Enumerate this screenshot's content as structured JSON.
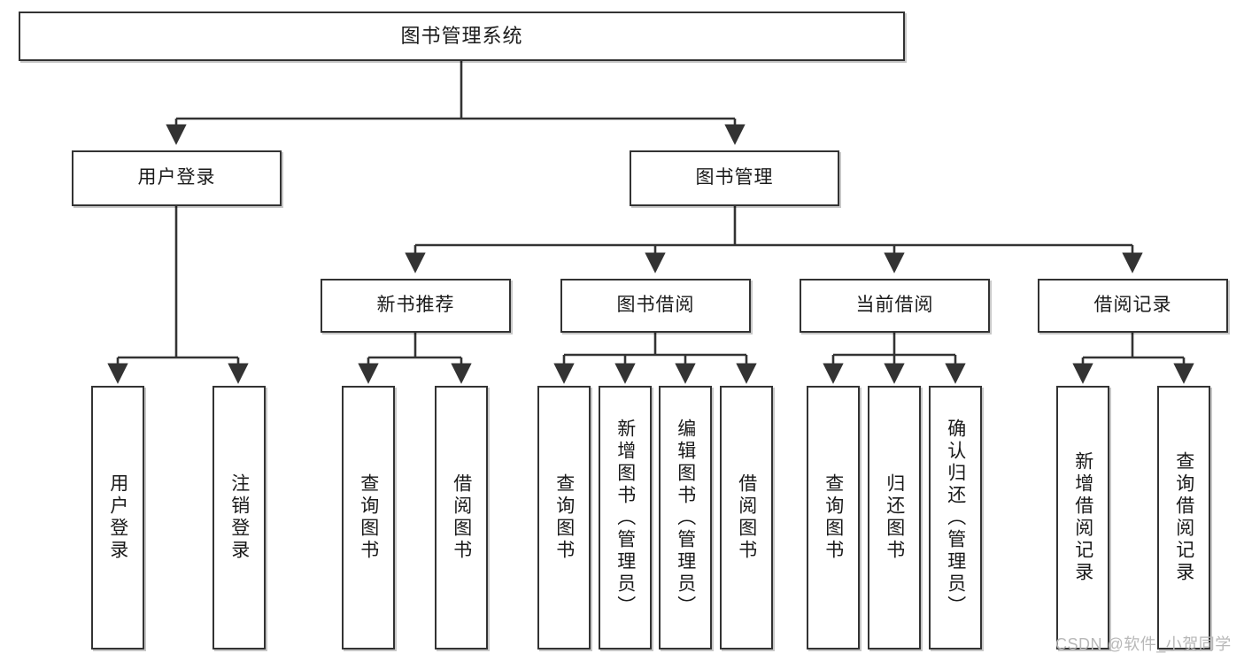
{
  "diagram": {
    "title": "图书管理系统",
    "type": "tree-hierarchy",
    "nodes": {
      "root": {
        "label": "图书管理系统"
      },
      "level2": [
        {
          "id": "user-login",
          "label": "用户登录"
        },
        {
          "id": "book-manage",
          "label": "图书管理"
        }
      ],
      "level3": [
        {
          "id": "new-book-recommend",
          "label": "新书推荐"
        },
        {
          "id": "book-borrow",
          "label": "图书借阅"
        },
        {
          "id": "current-borrow",
          "label": "当前借阅"
        },
        {
          "id": "borrow-record",
          "label": "借阅记录"
        }
      ],
      "leaves": [
        {
          "id": "leaf-user-login",
          "label": "用户登录",
          "parent": "user-login"
        },
        {
          "id": "leaf-logout-login",
          "label": "注销登录",
          "parent": "user-login"
        },
        {
          "id": "leaf-query-book-1",
          "label": "查询图书",
          "parent": "new-book-recommend"
        },
        {
          "id": "leaf-borrow-book-1",
          "label": "借阅图书",
          "parent": "new-book-recommend"
        },
        {
          "id": "leaf-query-book-2",
          "label": "查询图书",
          "parent": "book-borrow"
        },
        {
          "id": "leaf-add-book",
          "label": "新增图书（管理员）",
          "parent": "book-borrow"
        },
        {
          "id": "leaf-edit-book",
          "label": "编辑图书（管理员）",
          "parent": "book-borrow"
        },
        {
          "id": "leaf-borrow-book-2",
          "label": "借阅图书",
          "parent": "book-borrow"
        },
        {
          "id": "leaf-query-book-3",
          "label": "查询图书",
          "parent": "current-borrow"
        },
        {
          "id": "leaf-return-book",
          "label": "归还图书",
          "parent": "current-borrow"
        },
        {
          "id": "leaf-confirm-return",
          "label": "确认归还（管理员）",
          "parent": "current-borrow"
        },
        {
          "id": "leaf-add-record",
          "label": "新增借阅记录",
          "parent": "borrow-record"
        },
        {
          "id": "leaf-query-record",
          "label": "查询借阅记录",
          "parent": "borrow-record"
        }
      ]
    },
    "colors": {
      "box_border": "#333333",
      "box_fill": "#ffffff",
      "connector": "#333333",
      "text": "#1a1a1a",
      "watermark": "#b8b8b8"
    }
  },
  "watermark": {
    "text": "CSDN @软件_小贺同学"
  }
}
